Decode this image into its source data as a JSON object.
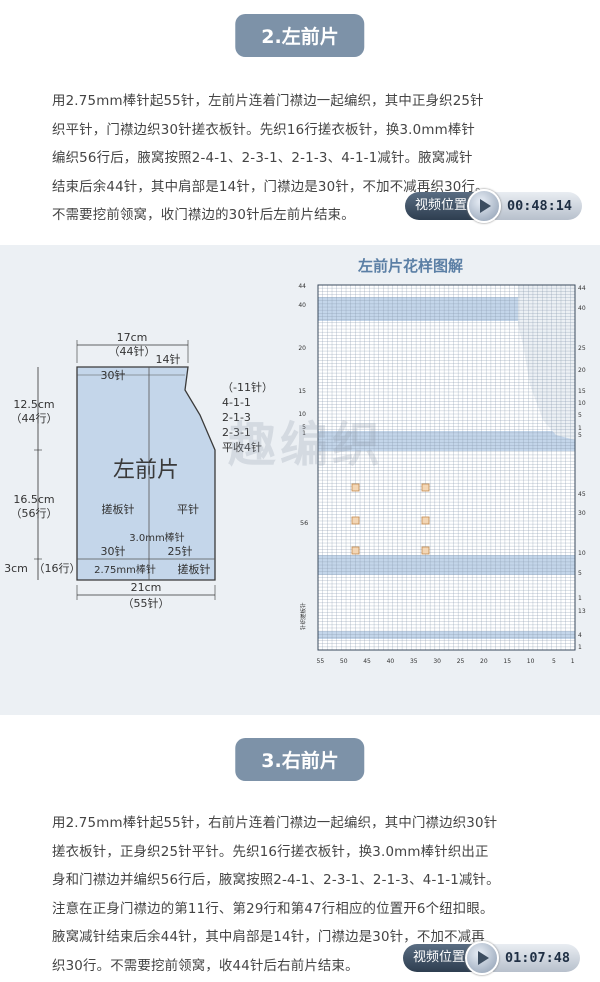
{
  "section2": {
    "title": "2.左前片",
    "lines": [
      "用2.75mm棒针起55针，左前片连着门襟边一起编织，其中正身织25针",
      "织平针，门襟边织30针搓衣板针。先织16行搓衣板针，换3.0mm棒针",
      "编织56行后，腋窝按照2-4-1、2-3-1、2-1-3、4-1-1减针。腋窝减针",
      "结束后余44针，其中肩部是14针，门襟边是30针，不加不减再织30行。",
      "不需要挖前领窝，收门襟边的30针后左前片结束。"
    ],
    "video_label": "视频位置",
    "video_time": "00:48:14"
  },
  "schematic": {
    "top_width": "17cm",
    "top_width_stitches": "（44针）",
    "shoulder": "14针",
    "front_band_top": "30针",
    "left_h1": "12.5cm",
    "left_h1_rows": "（44行）",
    "left_h2": "16.5cm",
    "left_h2_rows": "（56行）",
    "left_h3": "3cm",
    "left_h3_rows": "（16行）",
    "dec_lines": [
      "（-11针）",
      "4-1-1",
      "2-1-3",
      "2-3-1",
      "平收4针"
    ],
    "piece_name": "左前片",
    "band_stitch": "搓板针",
    "body_stitch": "平针",
    "needle_30": "3.0mm棒针",
    "bottom_30": "30针",
    "bottom_25": "25针",
    "rib_needle": "2.75mm棒针",
    "rib_stitch": "搓板针",
    "bottom_width": "21cm",
    "bottom_width_stitches": "（55针）"
  },
  "chart": {
    "title": "左前片花样图解",
    "left_row_labels": [
      "44",
      "40",
      "20",
      "15",
      "10",
      "5",
      "1"
    ],
    "right_row_labels": [
      "44",
      "40",
      "25",
      "20",
      "15",
      "10",
      "5",
      "1",
      "5",
      "45",
      "30",
      "10",
      "5",
      "1",
      "13",
      "4",
      "1"
    ],
    "bottom_col_labels": [
      "55",
      "50",
      "45",
      "40",
      "35",
      "30",
      "25",
      "20",
      "15",
      "10",
      "5",
      "1"
    ],
    "side_label_56": "56",
    "side_label_rib": "针织搓板针"
  },
  "section3": {
    "title": "3.右前片",
    "lines": [
      "用2.75mm棒针起55针，右前片连着门襟边一起编织，其中门襟边织30针",
      "搓衣板针，正身织25针平针。先织16行搓衣板针，换3.0mm棒针织出正",
      "身和门襟边并编织56行后，腋窝按照2-4-1、2-3-1、2-1-3、4-1-1减针。",
      "注意在正身门襟边的第11行、第29行和第47行相应的位置开6个纽扣眼。",
      "腋窝减针结束后余44针，其中肩部是14针，门襟边是30针，不加不减再",
      "织30行。不需要挖前领窝，收44针后右前片结束。"
    ],
    "video_label": "视频位置",
    "video_time": "01:07:48"
  },
  "colors": {
    "title_bg": "#7d92a8",
    "diagram_bg": "#ecf0f4",
    "piece_fill": "#c4d6ea",
    "chart_title": "#5b7fa5"
  }
}
